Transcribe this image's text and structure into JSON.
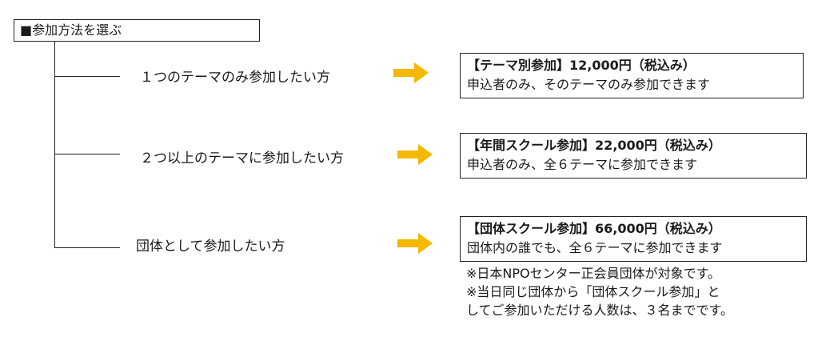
{
  "title": "■参加方法を選ぶ",
  "options": [
    "１つのテーマのみ参加したい方",
    "２つ以上のテーマに参加したい方",
    "団体として参加したい方"
  ],
  "plans": [
    {
      "title": "【テーマ別参加】12,000円（税込み）",
      "description": "申込者のみ、そのテーマのみ参加できます"
    },
    {
      "title": "【年間スクール参加】22,000円（税込み）",
      "description": "申込者のみ、全６テーマに参加できます"
    },
    {
      "title": "【団体スクール参加】66,000円（税込み）",
      "description": "団体内の誰でも、全６テーマに参加できます"
    }
  ],
  "notes": [
    "※日本NPOセンター正会員団体が対象です。",
    "※当日同じ団体から「団体スクール参加」と",
    "してご参加いただける人数は、３名までです。"
  ],
  "colors": {
    "arrow": "#F5B800",
    "border": "#222222"
  }
}
